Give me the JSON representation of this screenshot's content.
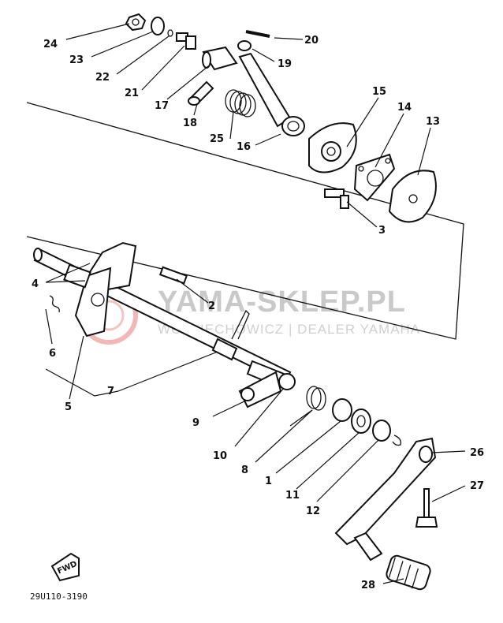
{
  "diagram": {
    "code_label": "29U110-3190",
    "fwd_label": "FWD",
    "watermark_main": "YAMA-SKLEP.PL",
    "watermark_sub": "WOJCIECHOWICZ | DEALER YAMAHA",
    "callouts": [
      "24",
      "23",
      "22",
      "21",
      "20",
      "19",
      "17",
      "18",
      "25",
      "16",
      "15",
      "14",
      "13",
      "3",
      "4",
      "2",
      "6",
      "5",
      "7",
      "9",
      "10",
      "8",
      "1",
      "11",
      "12",
      "26",
      "27",
      "28"
    ]
  }
}
